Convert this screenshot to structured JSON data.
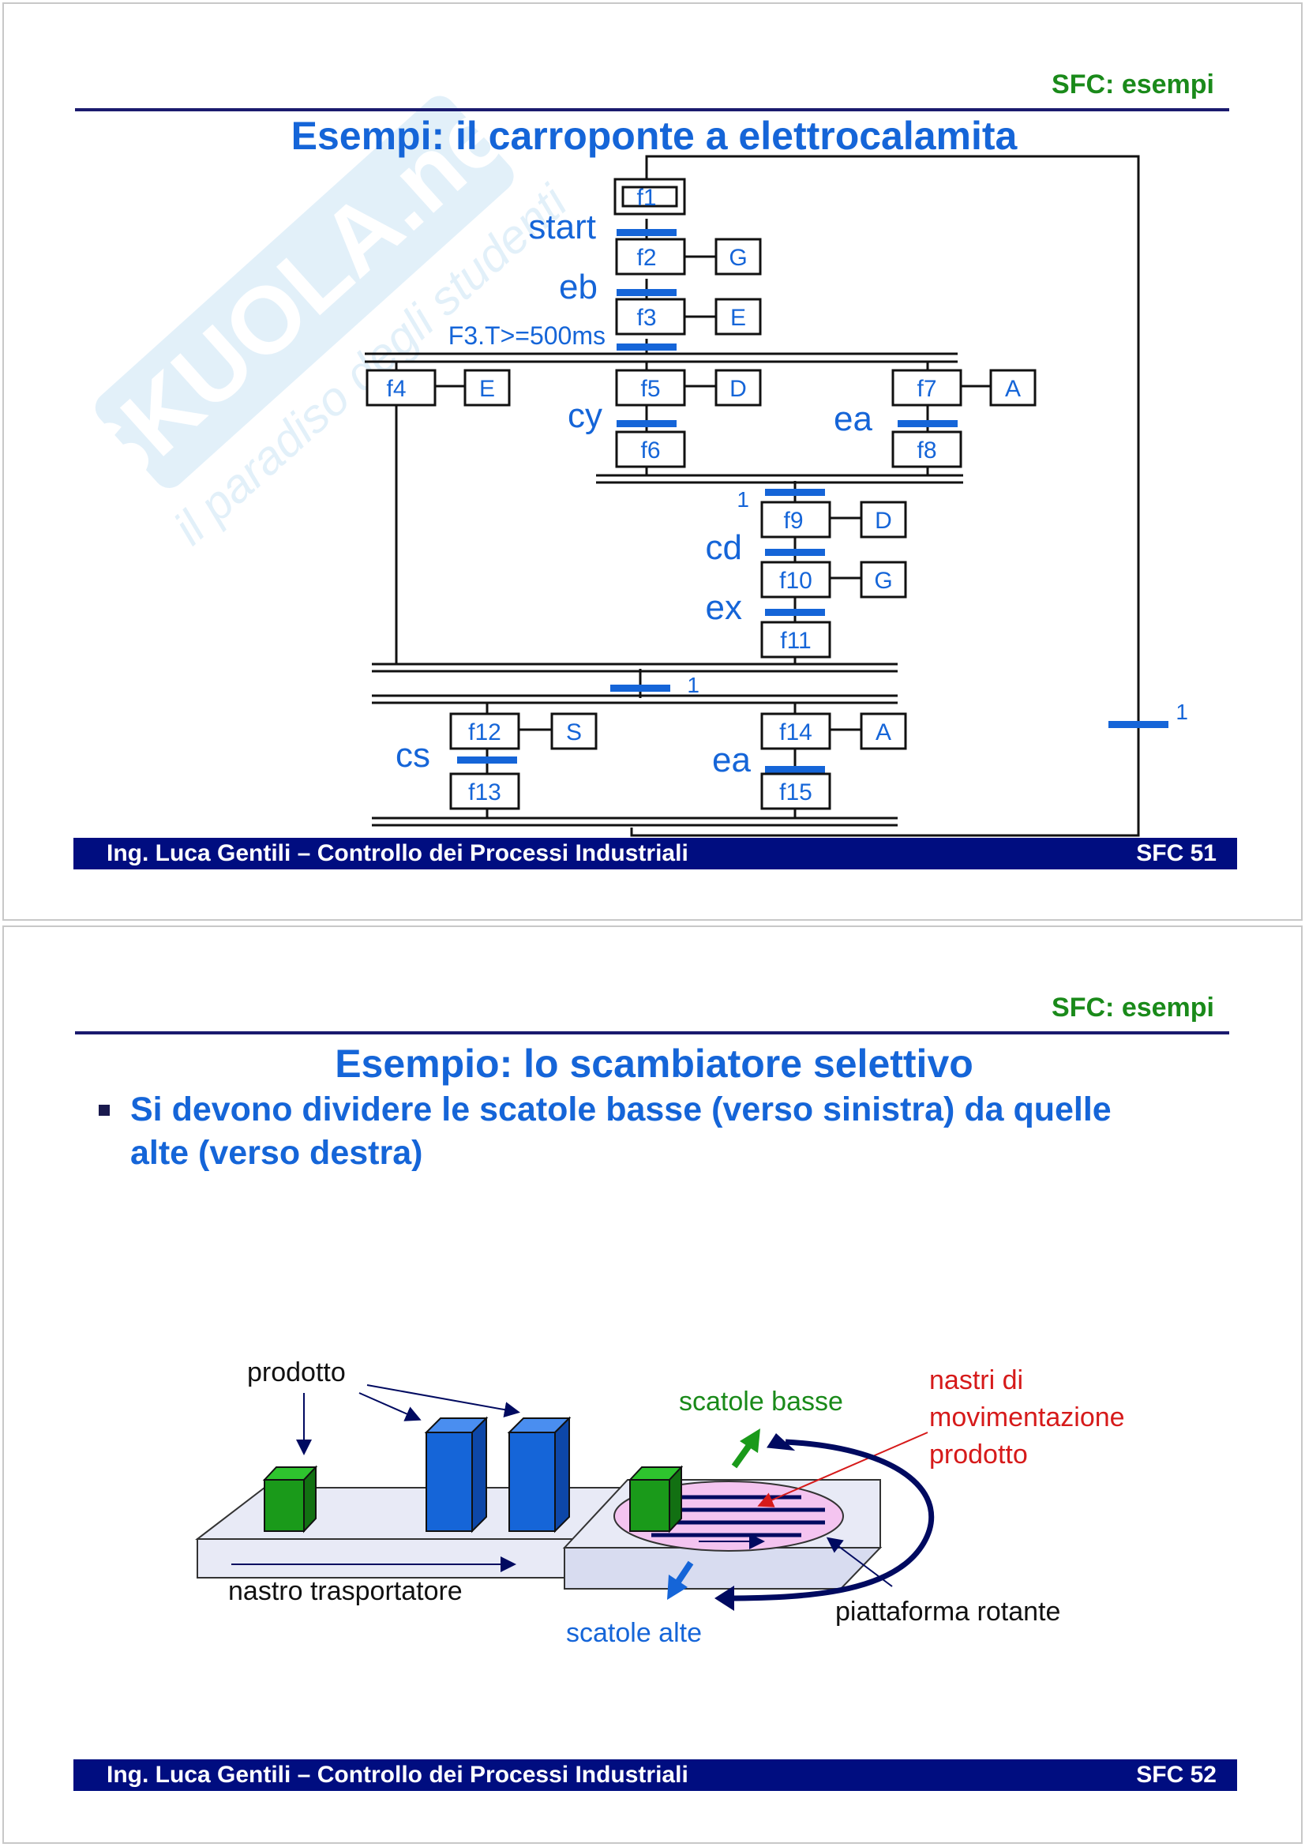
{
  "slides": [
    {
      "section": "SFC: esempi",
      "title": "Esempi: il carroponte a elettrocalamita",
      "footer_left": "Ing. Luca Gentili – Controllo dei Processi Industriali",
      "footer_right": "SFC  51",
      "diagram": {
        "steps": {
          "f1": "f1",
          "f2": "f2",
          "f3": "f3",
          "f4": "f4",
          "f5": "f5",
          "f6": "f6",
          "f7": "f7",
          "f8": "f8",
          "f9": "f9",
          "f10": "f10",
          "f11": "f11",
          "f12": "f12",
          "f13": "f13",
          "f14": "f14",
          "f15": "f15"
        },
        "actions": {
          "f2": "G",
          "f3": "E",
          "f4": "E",
          "f5": "D",
          "f7": "A",
          "f9": "D",
          "f10": "G",
          "f12": "S",
          "f14": "A"
        },
        "transitions": {
          "t1": "start",
          "t2": "eb",
          "t3": "F3.T>=500ms",
          "t5": "cy",
          "t7": "ea",
          "t8": "1",
          "t9": "cd",
          "t10": "ex",
          "t11": "1",
          "t12": "cs",
          "t14": "ea",
          "tback": "1"
        }
      }
    },
    {
      "section": "SFC: esempi",
      "title": "Esempio: lo scambiatore selettivo",
      "bullet_line1": "Si devono dividere le scatole basse (verso sinistra) da quelle",
      "bullet_line2": "alte (verso destra)",
      "footer_left": "Ing. Luca Gentili – Controllo dei Processi Industriali",
      "footer_right": "SFC  52",
      "labels": {
        "prodotto": "prodotto",
        "scatole_basse": "scatole basse",
        "nastri_1": "nastri di",
        "nastri_2": "movimentazione",
        "nastri_3": "prodotto",
        "nastro_trasportatore": "nastro trasportatore",
        "scatole_alte": "scatole alte",
        "piattaforma": "piattaforma rotante"
      },
      "colors": {
        "green_box": "#1a9a1a",
        "blue_box": "#1565d8",
        "platform": "#f4c4f0",
        "red_label": "#d61a1a"
      }
    }
  ],
  "watermark": {
    "brand": "SKUOLA.net",
    "tagline": "il paradiso degli studenti"
  }
}
